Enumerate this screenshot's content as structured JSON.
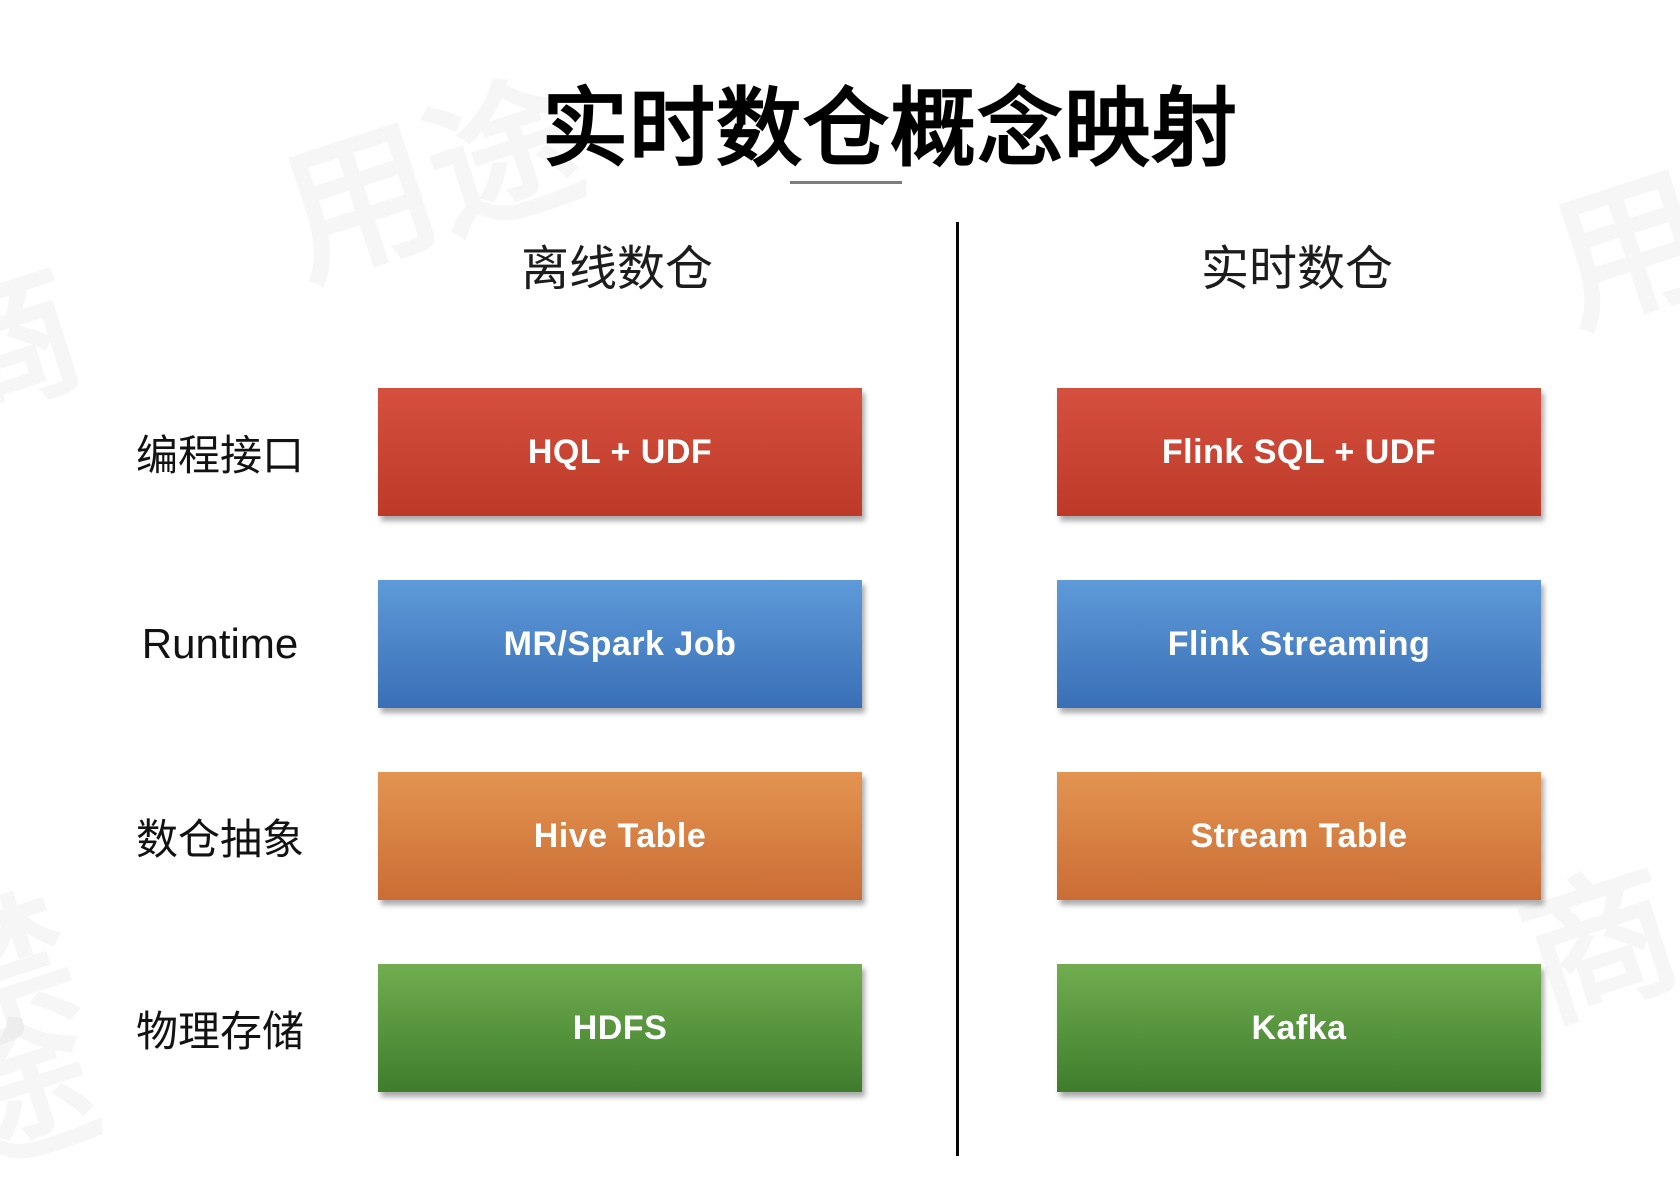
{
  "title": "实时数仓概念映射",
  "columns": [
    {
      "header": "离线数仓"
    },
    {
      "header": "实时数仓"
    }
  ],
  "rows": [
    {
      "label": "编程接口",
      "offline": "HQL + UDF",
      "realtime": "Flink SQL + UDF",
      "color_name": "red",
      "gradient": [
        "#D5503E",
        "#BE3A28"
      ]
    },
    {
      "label": "Runtime",
      "offline": "MR/Spark Job",
      "realtime": "Flink Streaming",
      "color_name": "blue",
      "gradient": [
        "#5E9AD9",
        "#3A6FB7"
      ]
    },
    {
      "label": "数仓抽象",
      "offline": "Hive Table",
      "realtime": "Stream Table",
      "color_name": "orange",
      "gradient": [
        "#E39451",
        "#CB6D35"
      ]
    },
    {
      "label": "物理存储",
      "offline": "HDFS",
      "realtime": "Kafka",
      "color_name": "green",
      "gradient": [
        "#71AD50",
        "#3E7D2C"
      ]
    }
  ],
  "colors": {
    "divider": "#050505",
    "title_underline": "#7d7d7d",
    "box_text": "#ffffff"
  },
  "watermark": {
    "fragments": [
      "用途",
      "用",
      "商",
      "禁",
      "商",
      "途"
    ]
  }
}
